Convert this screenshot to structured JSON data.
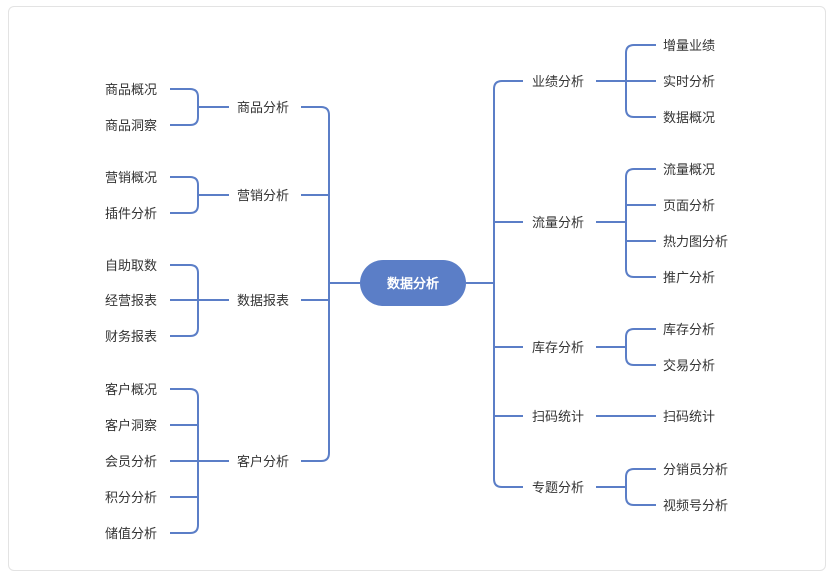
{
  "center": {
    "label": "数据分析"
  },
  "left": [
    {
      "label": "商品分析",
      "children": [
        "商品概况",
        "商品洞察"
      ]
    },
    {
      "label": "营销分析",
      "children": [
        "营销概况",
        "插件分析"
      ]
    },
    {
      "label": "数据报表",
      "children": [
        "自助取数",
        "经营报表",
        "财务报表"
      ]
    },
    {
      "label": "客户分析",
      "children": [
        "客户概况",
        "客户洞察",
        "会员分析",
        "积分分析",
        "储值分析"
      ]
    }
  ],
  "right": [
    {
      "label": "业绩分析",
      "children": [
        "增量业绩",
        "实时分析",
        "数据概况"
      ]
    },
    {
      "label": "流量分析",
      "children": [
        "流量概况",
        "页面分析",
        "热力图分析",
        "推广分析"
      ]
    },
    {
      "label": "库存分析",
      "children": [
        "库存分析",
        "交易分析"
      ]
    },
    {
      "label": "扫码统计",
      "children": [
        "扫码统计"
      ]
    },
    {
      "label": "专题分析",
      "children": [
        "分销员分析",
        "视频号分析"
      ]
    }
  ],
  "colors": {
    "line": "#5b7ec7",
    "center_fill": "#5b7ec7",
    "text": "#333333"
  }
}
